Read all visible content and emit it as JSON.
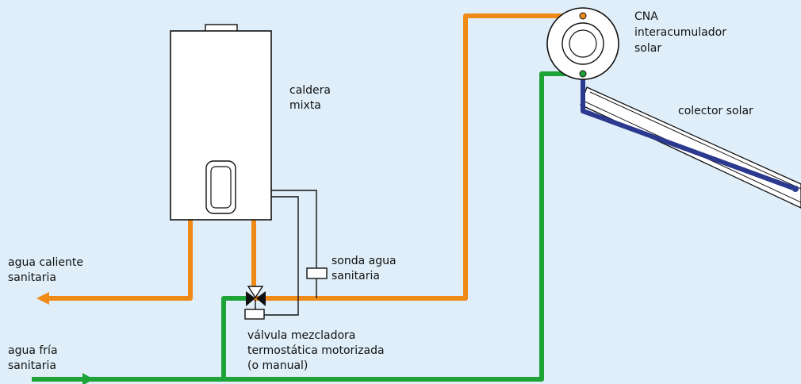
{
  "labels": {
    "cna_line1": "CNA",
    "cna_line2": "interacumulador",
    "cna_line3": "solar",
    "collector": "colector solar",
    "boiler_line1": "caldera",
    "boiler_line2": "mixta",
    "hot_water_line1": "agua caliente",
    "hot_water_line2": "sanitaria",
    "sensor_line1": "sonda agua",
    "sensor_line2": "sanitaria",
    "valve_line1": "válvula mezcladora",
    "valve_line2": "termostática motorizada",
    "valve_line3": "(o manual)",
    "cold_water_line1": "agua fría",
    "cold_water_line2": "sanitaria"
  },
  "colors": {
    "background": "#dfeef9",
    "hot_pipe": "#ef8a17",
    "cold_pipe": "#1ea338",
    "solar_pipe": "#2b3a8f",
    "outline": "#111111",
    "fill": "#ffffff"
  },
  "icons": {
    "boiler": "wall-boiler",
    "tank": "solar-storage-tank",
    "collector": "solar-collector-panel",
    "valve": "three-way-mixing-valve",
    "sensor": "temperature-sensor"
  }
}
